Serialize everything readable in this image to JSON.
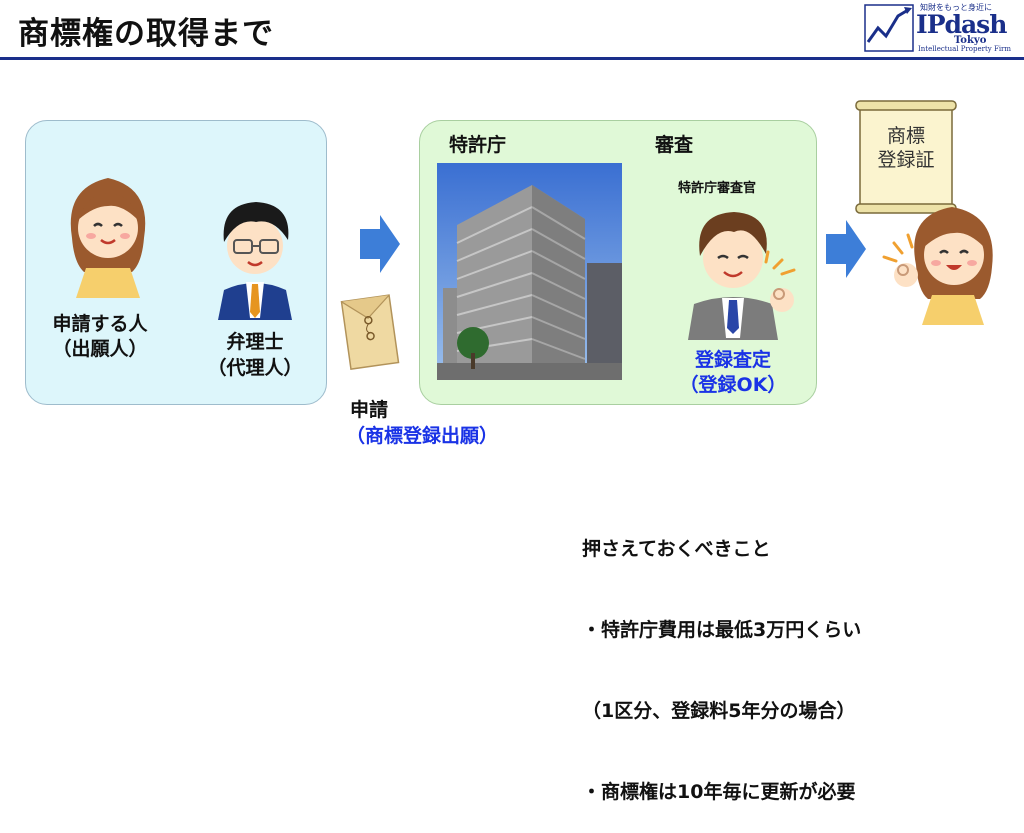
{
  "header": {
    "title": "商標権の取得まで"
  },
  "logo": {
    "tagline": "知財をもっと身近に",
    "brand": "IPdash",
    "city": "Tokyo",
    "firm": "Intellectual Property Firm"
  },
  "applicant": {
    "label_line1": "申請する人",
    "label_line2": "（出願人）"
  },
  "attorney": {
    "label_line1": "弁理士",
    "label_line2": "（代理人）"
  },
  "application": {
    "label_line1": "申請",
    "label_line2": "（商標登録出願）"
  },
  "patent_office": {
    "label": "特許庁",
    "exam_label": "審査",
    "examiner_label": "特許庁審査官",
    "decision_line1": "登録査定",
    "decision_line2": "（登録OK）"
  },
  "certificate": {
    "line1": "商標",
    "line2": "登録証"
  },
  "notes": {
    "heading": "押さえておくべきこと",
    "item1": "・特許庁費用は最低3万円くらい",
    "item1_detail": "（1区分、登録料5年分の場合）",
    "item2": "・商標権は10年毎に更新が必要"
  },
  "colors": {
    "accent_blue": "#1a33e6",
    "rule_navy": "#1a2f8a",
    "left_box": "#ddf6fb",
    "mid_box": "#e0f9d7",
    "arrow": "#3d7ed8"
  }
}
